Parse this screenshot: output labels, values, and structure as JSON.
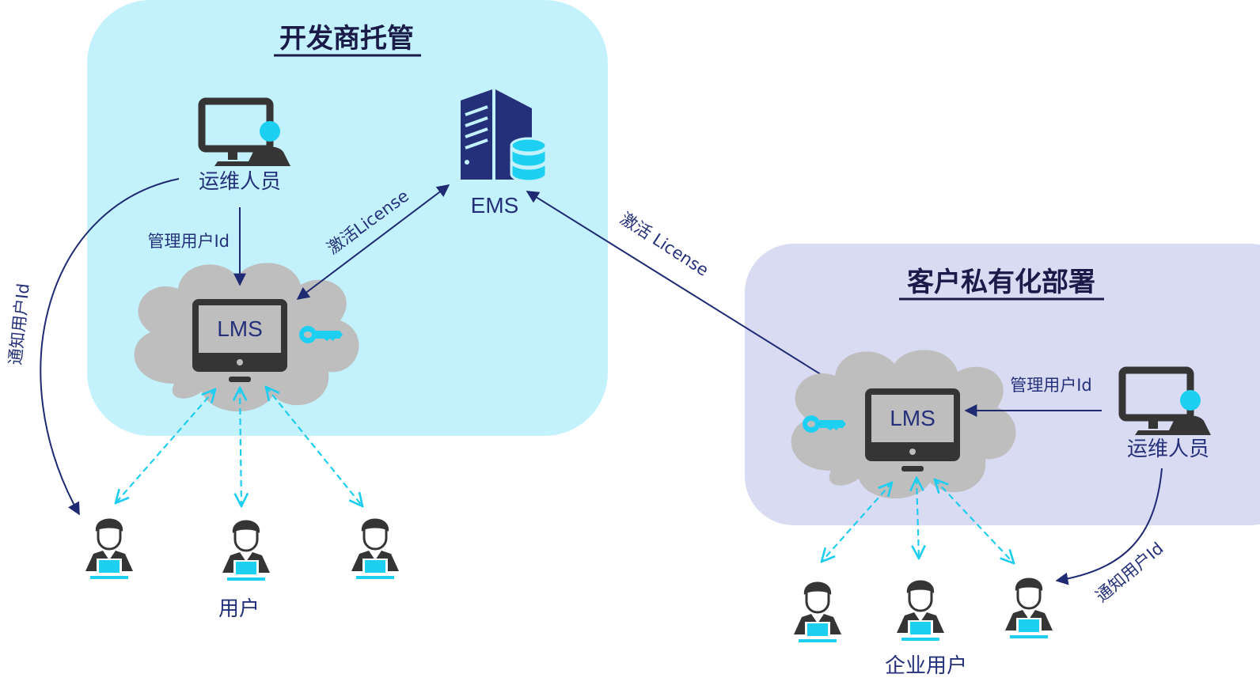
{
  "colors": {
    "vendor_zone": "#c3f2fd",
    "customer_zone": "#d9dbf3",
    "cloud": "#bebebe",
    "dark_icon": "#353535",
    "accent_cyan": "#1dd0f2",
    "navy_text": "#25307a",
    "title_text": "#1b1b4a"
  },
  "vendor_zone": {
    "title": "开发商托管",
    "ops": {
      "label": "运维人员",
      "icon": "admin-monitor-icon"
    },
    "ems": {
      "label": "EMS",
      "icon": "server-database-icon"
    },
    "lms": {
      "label": "LMS",
      "icon": "monitor-icon",
      "key_icon": "key-icon"
    },
    "edges": {
      "manage": "管理用户Id",
      "activate": "激活License",
      "notify": "通知用户Id"
    },
    "users": {
      "label": "用户",
      "count": 3,
      "icon": "user-laptop-icon"
    }
  },
  "customer_zone": {
    "title": "客户私有化部署",
    "ops": {
      "label": "运维人员",
      "icon": "admin-monitor-icon"
    },
    "lms": {
      "label": "LMS",
      "icon": "monitor-icon",
      "key_icon": "key-icon"
    },
    "edges": {
      "manage": "管理用户Id",
      "notify": "通知用户Id"
    },
    "users": {
      "label": "企业用户",
      "count": 3,
      "icon": "user-laptop-icon"
    }
  },
  "cross_edge": {
    "activate": "激活 License"
  }
}
